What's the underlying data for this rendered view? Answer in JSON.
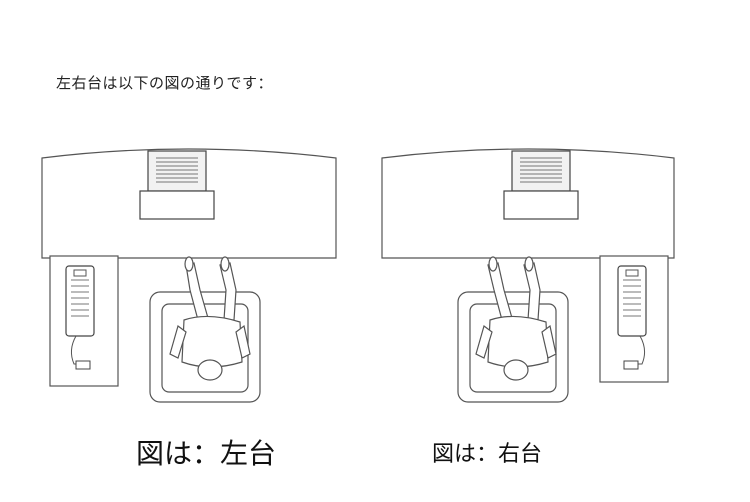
{
  "intro_text": "左右台は以下の図の通りです：",
  "figures": [
    {
      "caption": "図は：左台",
      "side_table": "left"
    },
    {
      "caption": "図は：右台",
      "side_table": "right"
    }
  ],
  "colors": {
    "line": "#555555",
    "fill": "#ffffff",
    "screen": "#f2f2f2"
  }
}
